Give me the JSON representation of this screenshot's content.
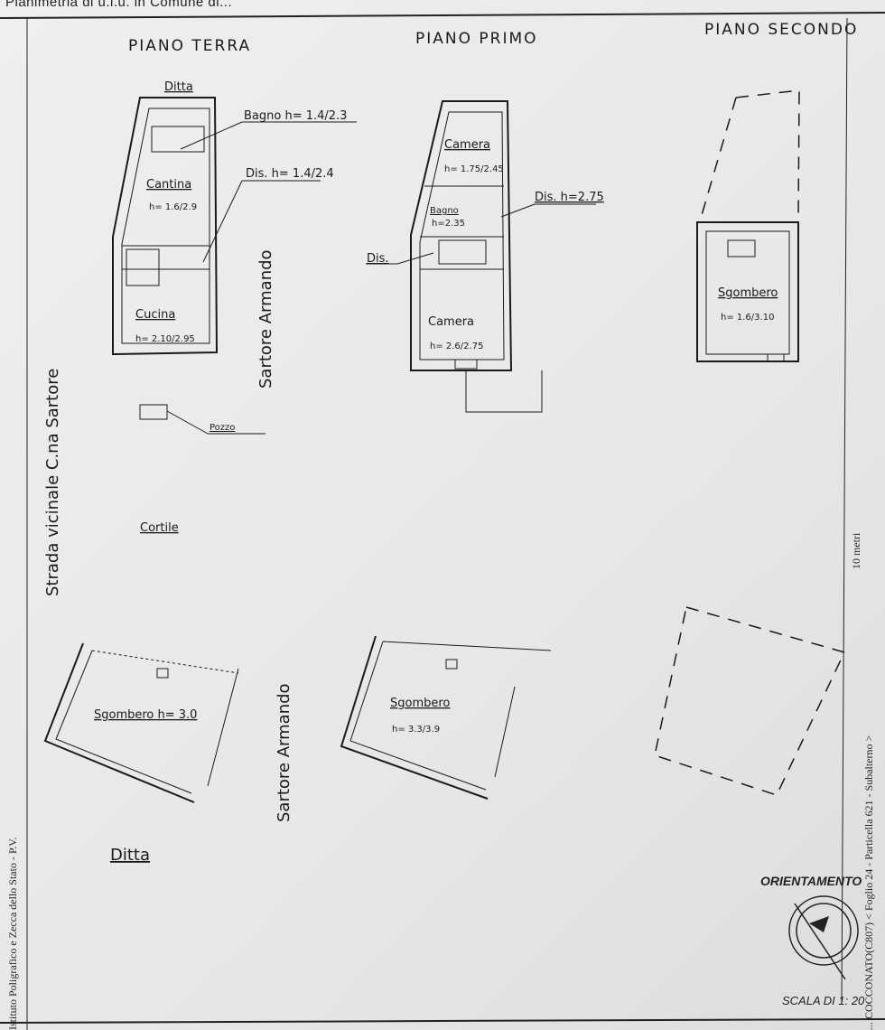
{
  "header": {
    "title": "Planimetria di u.i.u. in Comune di..."
  },
  "floors": {
    "ground": "PIANO TERRA",
    "first": "PIANO PRIMO",
    "second": "PIANO SECONDO"
  },
  "rooms": {
    "bagno": "Bagno h= 1.4/2.3",
    "cantina": "Cantina",
    "cantina_h": "h= 1.6/2.9",
    "dis_ground": "Dis. h= 1.4/2.4",
    "cucina": "Cucina",
    "cucina_h": "h= 2.10/2.95",
    "pozzo": "Pozzo",
    "camera_top": "Camera",
    "camera_top_h": "h= 1.75/2.45",
    "bagno_first": "Bagno",
    "bagno_first_h": "h=2.35",
    "dis_first": "Dis. h=2.75",
    "dis_first_left": "Dis.",
    "camera_bottom": "Camera",
    "camera_bottom_h": "h= 2.6/2.75",
    "sgombero_second": "Sgombero",
    "sgombero_second_h": "h= 1.6/3.10",
    "sgombero_ground_annex": "Sgombero h= 3.0",
    "sgombero_first_annex": "Sgombero",
    "sgombero_first_annex_h": "h= 3.3/3.9",
    "cortile": "Cortile"
  },
  "labels": {
    "ditta_top": "Ditta",
    "ditta_bottom": "Ditta",
    "strada": "Strada vicinale C.na Sartore",
    "sartore_top": "Sartore Armando",
    "sartore_bottom": "Sartore Armando"
  },
  "side_text": {
    "cadastral": "... COCCONATO(C807) < Foglio 24 - Particella 621 - Subalterno >",
    "scale_bar": "10 metri"
  },
  "margin_text": "Istituto Poligrafico e Zecca dello Stato - P.V.",
  "orientation": {
    "label": "ORIENTAMENTO"
  },
  "scale": {
    "label": "SCALA DI 1: 20"
  }
}
